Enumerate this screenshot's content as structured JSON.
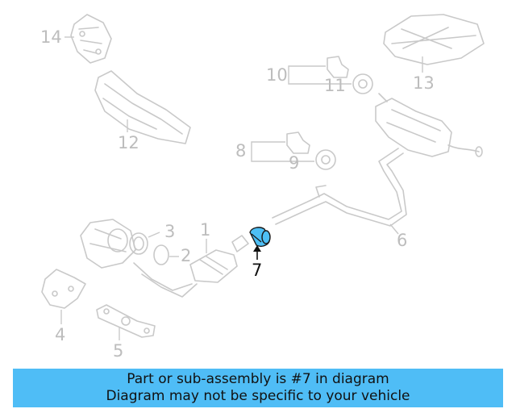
{
  "diagram": {
    "highlight_color": "#4fbdf6",
    "callouts": {
      "c1": "1",
      "c2": "2",
      "c3": "3",
      "c4": "4",
      "c5": "5",
      "c6": "6",
      "c7": "7",
      "c8": "8",
      "c9": "9",
      "c10": "10",
      "c11": "11",
      "c12": "12",
      "c13": "13",
      "c14": "14"
    }
  },
  "banner": {
    "line1": "Part or sub-assembly is #7 in diagram",
    "line2": "Diagram may not be specific to your vehicle"
  }
}
